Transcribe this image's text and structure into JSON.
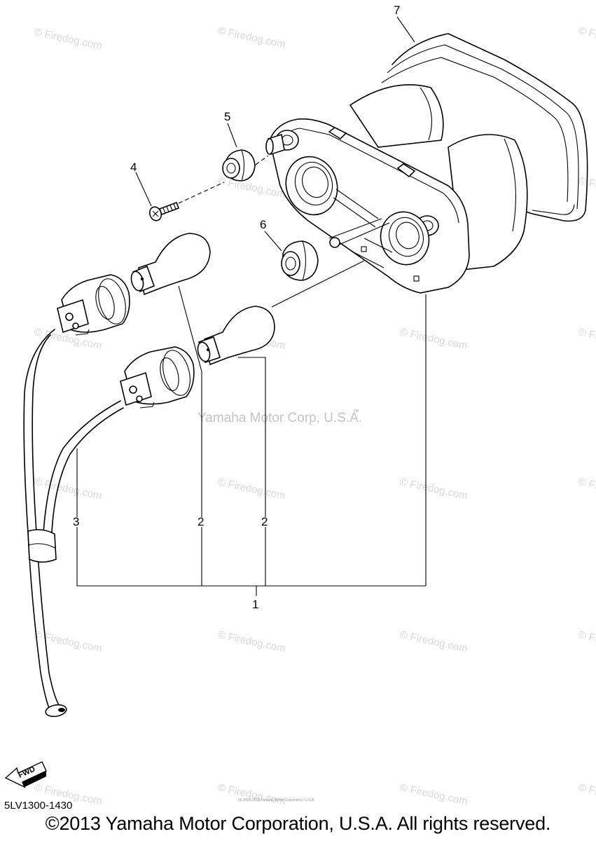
{
  "watermarks": {
    "firedog": "© Firedog.com",
    "center": "Yamaha Motor Corp, U.S.A.",
    "tm": "TM",
    "tiny": "(c) 2005-2016 Yamaha Motor Corporation, U.S.A."
  },
  "callouts": {
    "c1": "1",
    "c2a": "2",
    "c2b": "2",
    "c3": "3",
    "c4": "4",
    "c5": "5",
    "c6": "6",
    "c7": "7"
  },
  "fwd_label": "FWD",
  "diagram_code": "5LV1300-1430",
  "copyright": "©2013 Yamaha Motor Corporation, U.S.A. All rights reserved."
}
